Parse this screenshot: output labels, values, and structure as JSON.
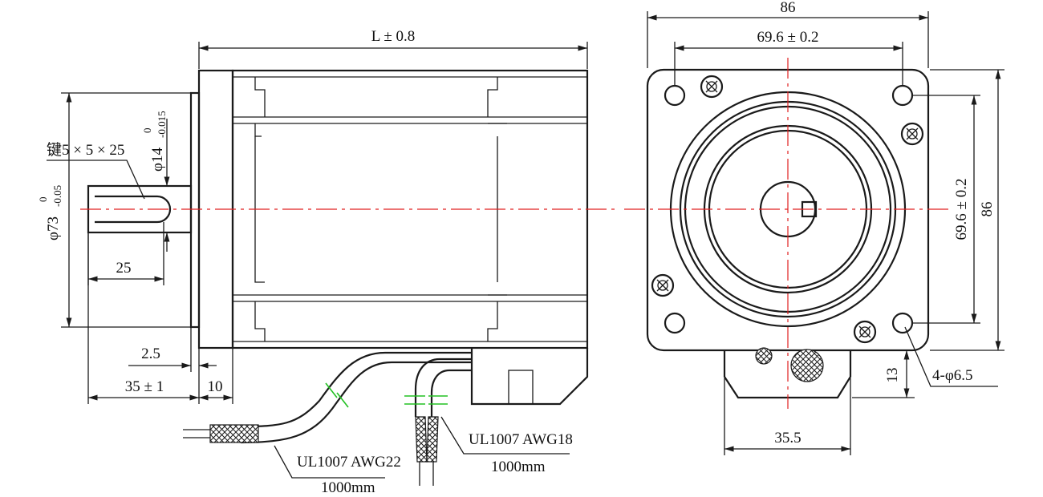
{
  "labels": {
    "length": "L ± 0.8",
    "key": "键5 × 5 × 25",
    "shaft_dia_sym": "φ14",
    "shaft_tol_upper": "0",
    "shaft_tol_lower": "-0.015",
    "boss_dia_sym": "φ73",
    "boss_tol_upper": "0",
    "boss_tol_lower": "-0.05",
    "key_len": "25",
    "boss_height": "2.5",
    "shaft_len": "35 ± 1",
    "flange_thk": "10",
    "cable_small_type": "UL1007 AWG22",
    "cable_small_len": "1000mm",
    "cable_large_type": "UL1007 AWG18",
    "cable_large_len": "1000mm",
    "flange_width": "86",
    "hole_pitch_h": "69.6 ± 0.2",
    "hole_pitch_v": "69.6 ± 0.2",
    "flange_height": "86",
    "mount_holes": "4-φ6.5",
    "outlet_width": "35.5",
    "outlet_height": "13"
  },
  "colors": {
    "line": "#1a1a1a",
    "centerline": "#e02020",
    "break_mark": "#22c022"
  }
}
